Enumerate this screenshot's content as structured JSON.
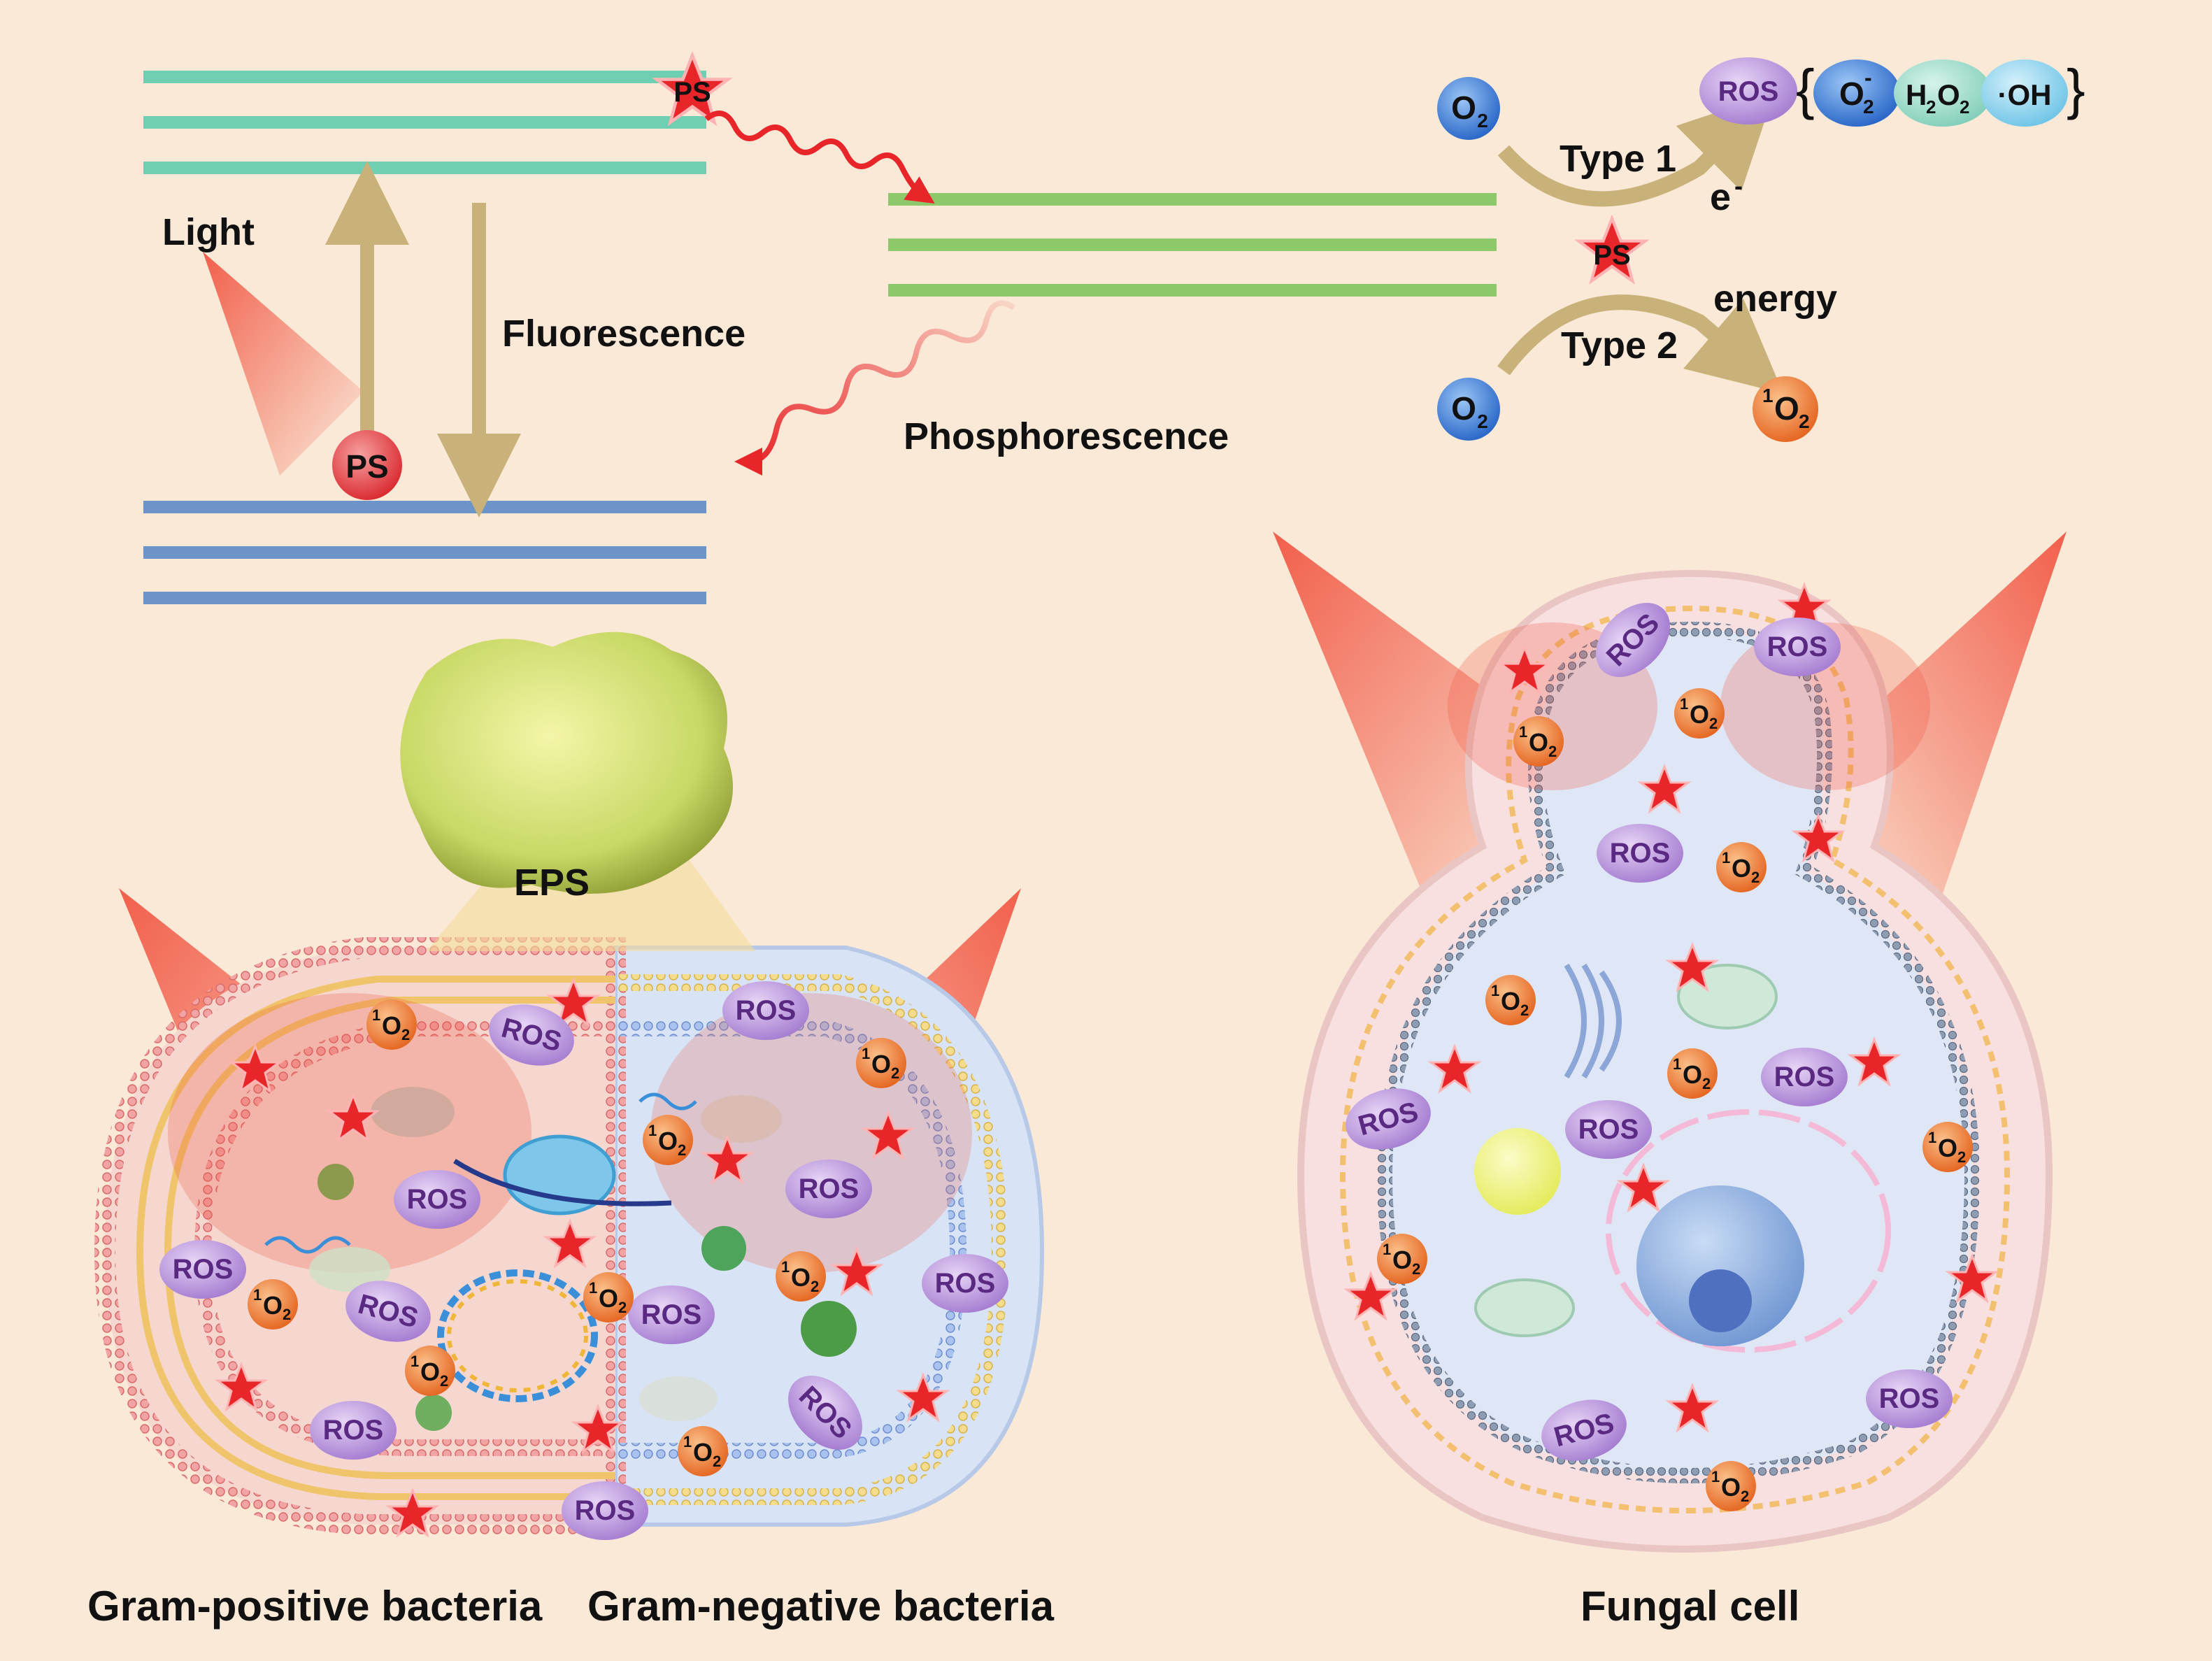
{
  "colors": {
    "background": "#fbe9d8",
    "singlet_levels": "#6fcfb2",
    "triplet_levels": "#8dc96a",
    "ground_levels": "#6d94c9",
    "transition_arrow": "#c9b27a",
    "red_wave": "#e8262a",
    "ros_bubble": "#b88fd9",
    "singlet_oxygen": "#ee7a2e",
    "oxygen": "#3c7fd6",
    "light_beam": "#f0503c",
    "gram_positive_wall": "#ef8c8c",
    "gram_negative_wall": "#7ea3e0",
    "fungal_wall": "#f6d8d6"
  },
  "jablonski": {
    "light_label": "Light",
    "fluorescence_label": "Fluorescence",
    "phosphorescence_label": "Phosphorescence",
    "ps_ground": "PS",
    "ps_excited": "PS"
  },
  "reactions": {
    "o2_top": "O",
    "o2_top_sub": "2",
    "o2_bottom": "O",
    "o2_bottom_sub": "2",
    "type1_label": "Type 1",
    "type2_label": "Type 2",
    "electron_label": "e",
    "electron_sup": "-",
    "energy_label": "energy",
    "ps_label": "PS",
    "ros_label": "ROS",
    "brace_open": "{",
    "brace_close": "}",
    "superoxide": "O",
    "superoxide_sub": "2",
    "superoxide_sup": "-",
    "peroxide_h": "H",
    "peroxide_h_sub": "2",
    "peroxide_o": "O",
    "peroxide_o_sub": "2",
    "hydroxyl": "·OH",
    "singlet_sup": "1",
    "singlet_o": "O",
    "singlet_sub": "2"
  },
  "bacteria": {
    "eps_label": "EPS",
    "gram_positive_label": "Gram-positive bacteria",
    "gram_negative_label": "Gram-negative bacteria",
    "ros_label": "ROS",
    "singlet_sup": "1",
    "singlet_o": "O",
    "singlet_sub": "2"
  },
  "fungus": {
    "label": "Fungal cell",
    "ros_label": "ROS",
    "singlet_sup": "1",
    "singlet_o": "O",
    "singlet_sub": "2"
  }
}
